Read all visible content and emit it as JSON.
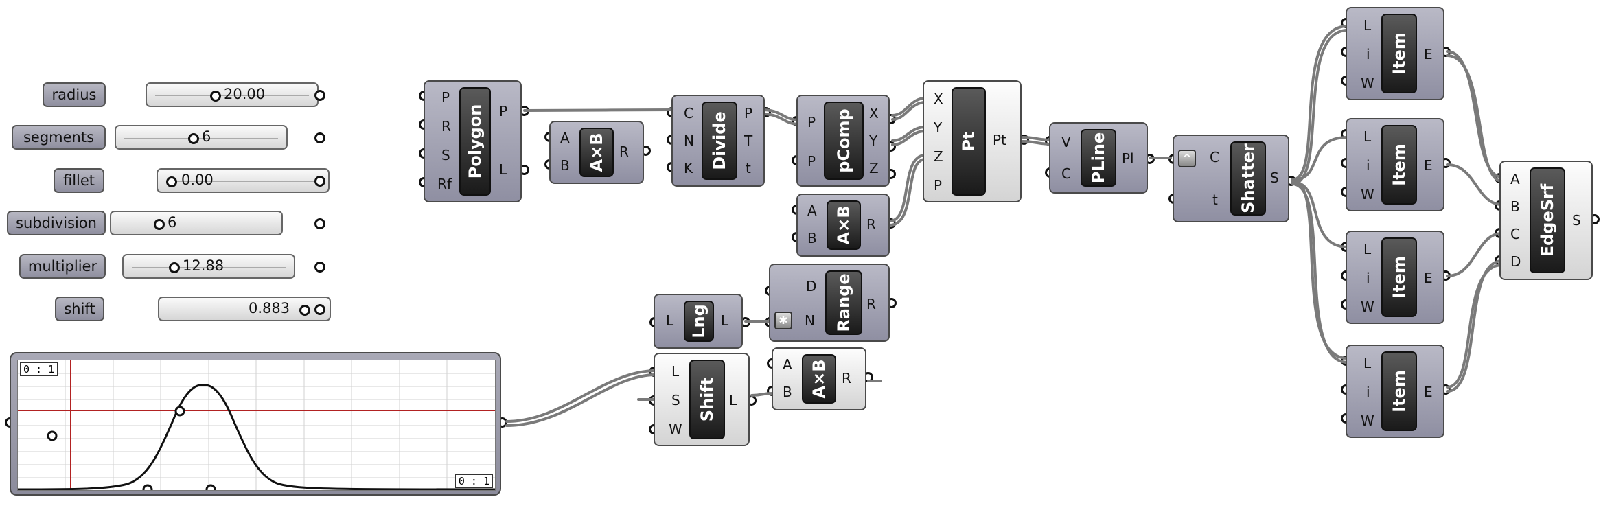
{
  "sliders": [
    {
      "label": "radius",
      "value": "20.00"
    },
    {
      "label": "segments",
      "value": "6"
    },
    {
      "label": "fillet",
      "value": "0.00"
    },
    {
      "label": "subdivision",
      "value": "6"
    },
    {
      "label": "multiplier",
      "value": "12.88"
    },
    {
      "label": "shift",
      "value": "0.883"
    }
  ],
  "components": {
    "polygon": {
      "name": "Polygon",
      "inputs": [
        "P",
        "R",
        "S",
        "Rf"
      ],
      "outputs": [
        "P",
        "L"
      ]
    },
    "multiply1": {
      "name": "A×B",
      "inputs": [
        "A",
        "B"
      ],
      "outputs": [
        "R"
      ]
    },
    "divide": {
      "name": "Divide",
      "inputs": [
        "C",
        "N",
        "K"
      ],
      "outputs": [
        "P",
        "T",
        "t"
      ]
    },
    "pcomp": {
      "name": "pComp",
      "inputs": [
        "P",
        "P"
      ],
      "outputs": [
        "X",
        "Y",
        "Z"
      ]
    },
    "pt": {
      "name": "Pt",
      "inputs": [
        "X",
        "Y",
        "Z",
        "P"
      ],
      "outputs": [
        "Pt"
      ]
    },
    "multiply2": {
      "name": "A×B",
      "inputs": [
        "A",
        "B"
      ],
      "outputs": [
        "R"
      ]
    },
    "pline": {
      "name": "PLine",
      "inputs": [
        "V",
        "C"
      ],
      "outputs": [
        "Pl"
      ]
    },
    "shatter": {
      "name": "Shatter",
      "inputs": [
        "C",
        "t"
      ],
      "outputs": [
        "S"
      ]
    },
    "lng": {
      "name": "Lng",
      "inputs": [
        "L"
      ],
      "outputs": [
        "L"
      ]
    },
    "range": {
      "name": "Range",
      "inputs": [
        "D",
        "N"
      ],
      "outputs": [
        "R"
      ]
    },
    "shift": {
      "name": "Shift",
      "inputs": [
        "L",
        "S",
        "W"
      ],
      "outputs": [
        "L"
      ]
    },
    "multiply3": {
      "name": "A×B",
      "inputs": [
        "A",
        "B"
      ],
      "outputs": [
        "R"
      ]
    },
    "item1": {
      "name": "Item",
      "inputs": [
        "L",
        "i",
        "W"
      ],
      "outputs": [
        "E"
      ]
    },
    "item2": {
      "name": "Item",
      "inputs": [
        "L",
        "i",
        "W"
      ],
      "outputs": [
        "E"
      ]
    },
    "item3": {
      "name": "Item",
      "inputs": [
        "L",
        "i",
        "W"
      ],
      "outputs": [
        "E"
      ]
    },
    "item4": {
      "name": "Item",
      "inputs": [
        "L",
        "i",
        "W"
      ],
      "outputs": [
        "E"
      ]
    },
    "edgesrf": {
      "name": "EdgeSrf",
      "inputs": [
        "A",
        "B",
        "C",
        "D"
      ],
      "outputs": [
        "S"
      ]
    }
  },
  "graph_mapper": {
    "domain_in": "0 : 1",
    "domain_out": "0 : 1"
  },
  "colors": {
    "component": "#9d9dae",
    "wire": "#7a7a7a",
    "graph_axis": "#b22222"
  }
}
